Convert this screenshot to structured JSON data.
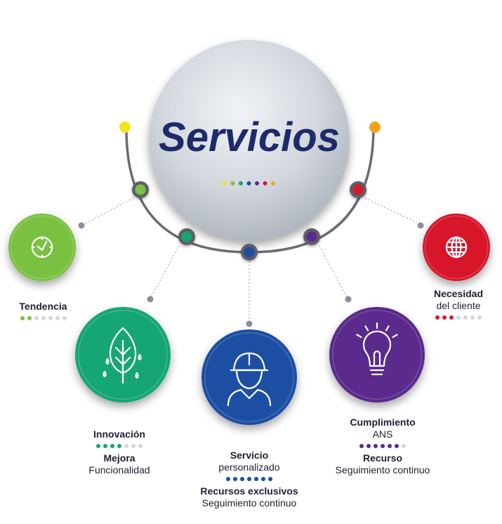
{
  "hub": {
    "title": "Servicios",
    "title_color": "#1d2a6b",
    "dot_colors": [
      "#f2e51a",
      "#7ac143",
      "#17a673",
      "#1a4fa3",
      "#5a2a8c",
      "#d7192b",
      "#f5a21b"
    ]
  },
  "endpoints": {
    "left_color": "#f2e51a",
    "right_color": "#f5a21b"
  },
  "nodes": [
    {
      "id": "tendencia",
      "color": "#7ac143",
      "icon": "clock-icon",
      "lines": [
        {
          "bold": true,
          "text": "Tendencia"
        }
      ],
      "dots": {
        "filled": 2,
        "total": 7
      }
    },
    {
      "id": "innovacion",
      "color": "#17a673",
      "icon": "leaf-icon",
      "lines": [
        {
          "bold": true,
          "text": "Innovación"
        }
      ],
      "dots": {
        "filled": 4,
        "total": 7
      },
      "lines2": [
        {
          "bold": true,
          "text": "Mejora"
        },
        {
          "bold": false,
          "text": "Funcionalidad"
        }
      ]
    },
    {
      "id": "servicio",
      "color": "#1a4fa3",
      "icon": "worker-helmet-icon",
      "lines": [
        {
          "bold": true,
          "text": "Servicio"
        },
        {
          "bold": false,
          "text": "personalizado"
        }
      ],
      "dots": {
        "filled": 7,
        "total": 7
      },
      "lines2": [
        {
          "bold": true,
          "text": "Recursos exclusivos"
        },
        {
          "bold": false,
          "text": "Seguimiento continuo"
        }
      ]
    },
    {
      "id": "cumplimiento",
      "color": "#5a2a8c",
      "icon": "lightbulb-icon",
      "lines": [
        {
          "bold": true,
          "text": "Cumplimiento"
        },
        {
          "bold": false,
          "text": "ANS"
        }
      ],
      "dots": {
        "filled": 6,
        "total": 7
      },
      "lines2": [
        {
          "bold": true,
          "text": "Recurso"
        },
        {
          "bold": false,
          "text": "Seguimiento continuo"
        }
      ]
    },
    {
      "id": "necesidad",
      "color": "#d7192b",
      "icon": "globe-icon",
      "lines": [
        {
          "bold": true,
          "text": "Necesidad"
        },
        {
          "bold": false,
          "text": "del cliente"
        }
      ],
      "dots": {
        "filled": 3,
        "total": 7
      }
    }
  ]
}
